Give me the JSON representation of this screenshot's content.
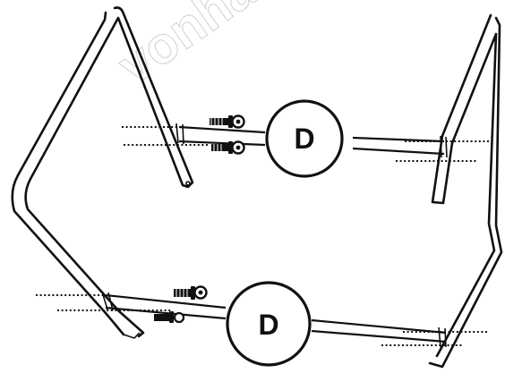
{
  "watermark": "vonhaus",
  "callouts": [
    {
      "id": "upper",
      "letter": "D"
    },
    {
      "id": "lower",
      "letter": "D"
    }
  ],
  "icons": [
    "bolt-icon",
    "washer-icon"
  ],
  "colors": {
    "line": "#111111",
    "background": "#ffffff",
    "watermark": "#d8d8d8"
  }
}
